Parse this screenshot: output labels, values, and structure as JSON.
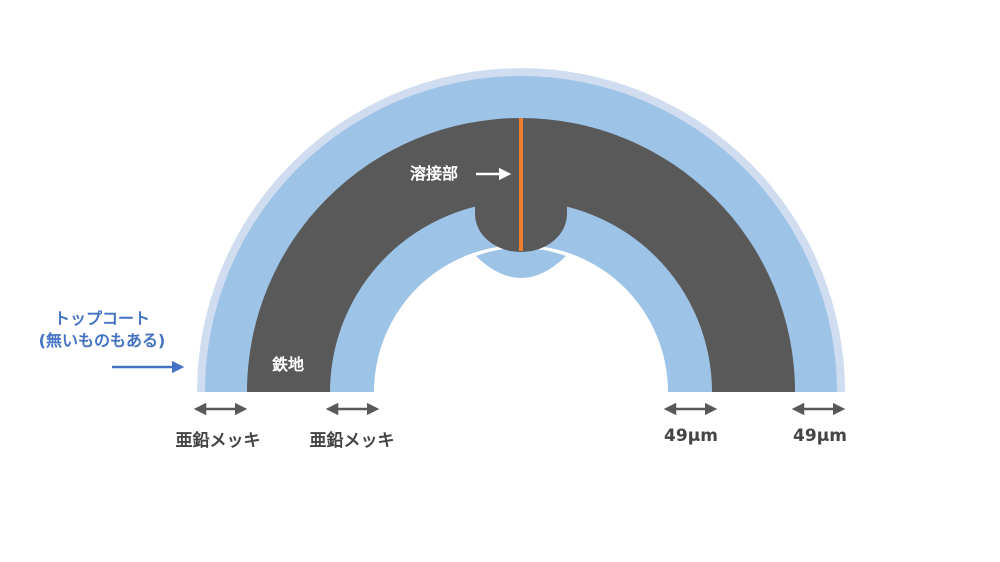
{
  "labels": {
    "topcoat_line1": "トップコート",
    "topcoat_line2": "(無いものもある)",
    "base_metal": "鉄地",
    "weld": "溶接部",
    "zinc_left": "亜鉛メッキ",
    "zinc_right": "亜鉛メッキ",
    "thickness_left": "49μm",
    "thickness_right": "49μm"
  },
  "colors": {
    "topcoat": "#d0ddf0",
    "zinc": "#9dc3e6",
    "steel": "#595959",
    "weld_line": "#ed7d31",
    "arrow_dark": "#595959",
    "arrow_blue": "#4472c4",
    "text_dark": "#444444",
    "text_blue": "#4472c4"
  }
}
